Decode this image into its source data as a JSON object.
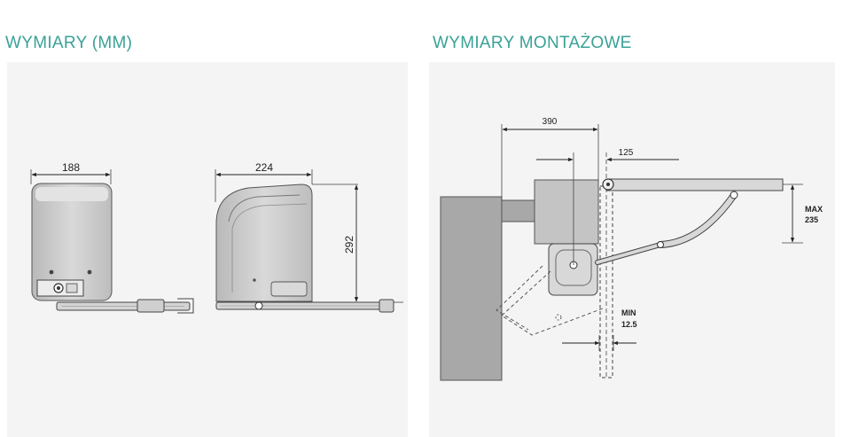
{
  "headings": {
    "dimensions": "WYMIARY (MM)",
    "mounting": "WYMIARY MONTAŻOWE"
  },
  "colors": {
    "heading": "#3aa197",
    "panel": "#f4f4f4",
    "wall": "#a8a8a8",
    "motor_body": "#c8c8c8",
    "line": "#2b2b2b"
  },
  "dimensions": {
    "front_width": "188",
    "side_width": "224",
    "side_height": "292"
  },
  "mounting": {
    "offset": "390",
    "pivot_offset": "125",
    "max_label": "MAX",
    "max_value": "235",
    "min_label": "MIN",
    "min_value": "12.5"
  }
}
